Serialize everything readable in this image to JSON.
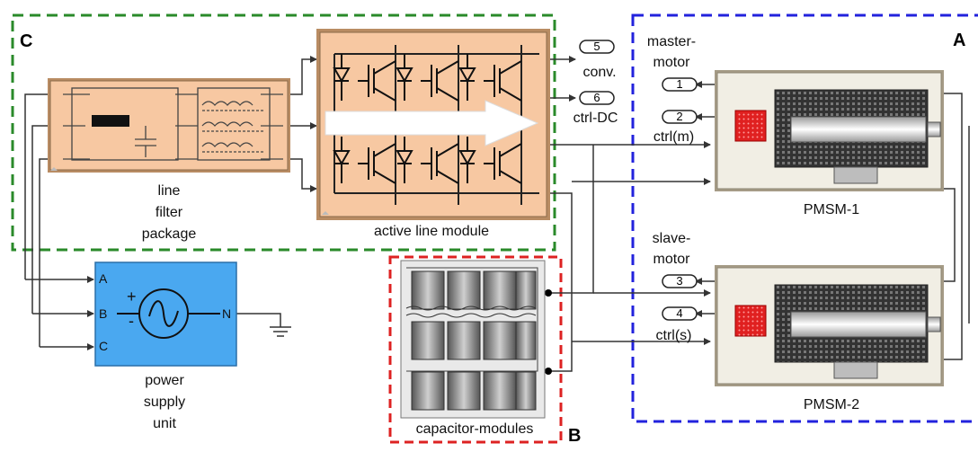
{
  "regions": {
    "A": {
      "label": "A",
      "color": "#2222dd"
    },
    "B": {
      "label": "B",
      "color": "#dd2222"
    },
    "C": {
      "label": "C",
      "color": "#2a8a2a"
    }
  },
  "blocks": {
    "line_filter": {
      "label_lines": [
        "line",
        "filter",
        "package"
      ],
      "fill": "#f7c8a2"
    },
    "active_line_module": {
      "label": "active line module",
      "fill": "#f7c8a2"
    },
    "capacitor_modules": {
      "label": "capacitor-modules"
    },
    "power_supply": {
      "label_lines": [
        "power",
        "supply",
        "unit"
      ],
      "fill": "#4aa8f0",
      "pins": {
        "a": "A",
        "b": "B",
        "c": "C",
        "n": "N",
        "plus": "+",
        "minus": "-"
      }
    },
    "pmsm1": {
      "label": "PMSM-1",
      "fill": "#f1eee4"
    },
    "pmsm2": {
      "label": "PMSM-2",
      "fill": "#f1eee4"
    }
  },
  "ports": [
    {
      "number": "5",
      "label": "conv."
    },
    {
      "number": "6",
      "label": "ctrl-DC"
    },
    {
      "number": "1",
      "label": ""
    },
    {
      "number": "2",
      "label": "ctrl(m)"
    },
    {
      "number": "3",
      "label": ""
    },
    {
      "number": "4",
      "label": "ctrl(s)"
    }
  ],
  "motor_labels": {
    "master": [
      "master-",
      "motor"
    ],
    "slave": [
      "slave-",
      "motor"
    ]
  }
}
